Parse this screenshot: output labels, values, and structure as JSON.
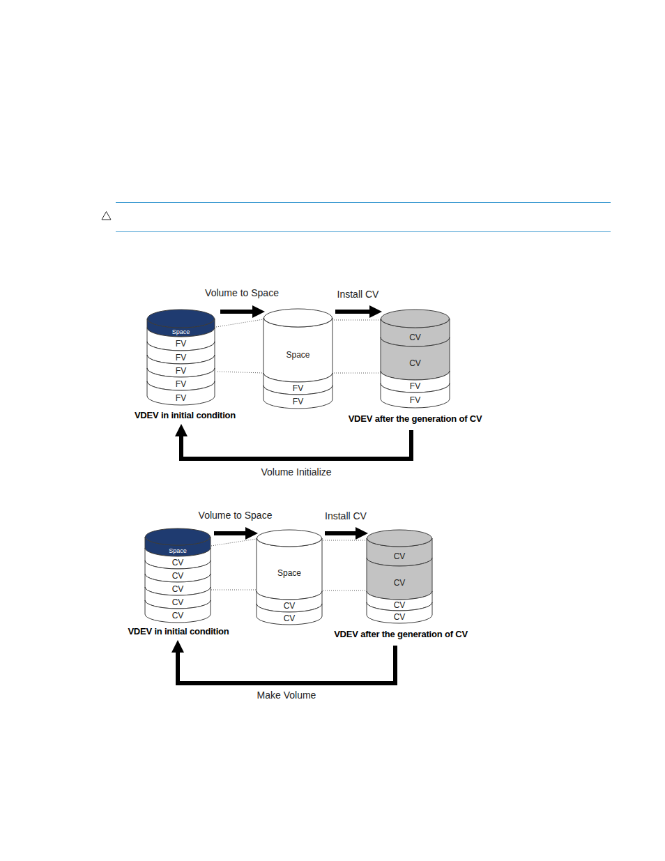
{
  "diagram": {
    "nodes": [
      {
        "text": [
          "VDEV in initial condition"
        ]
      },
      {
        "text": [
          "Space"
        ],
        "in": 0
      },
      {
        "text": [
          "FV"
        ],
        "in": 0
      },
      {
        "text": [
          "FV"
        ],
        "in": 0
      },
      {
        "text": [
          "FV"
        ],
        "in": 0
      },
      {
        "text": [
          "FV"
        ],
        "in": 0
      },
      {
        "text": [
          "FV"
        ],
        "in": 0
      },
      {},
      {
        "text": [
          "Space"
        ],
        "in": 7
      },
      {
        "text": [
          "FV"
        ],
        "in": 7
      },
      {
        "text": [
          "FV"
        ],
        "in": 7
      },
      {
        "text": [
          "VDEV after the generation of CV"
        ]
      },
      {
        "text": [
          "CV"
        ],
        "in": 11
      },
      {
        "text": [
          "CV"
        ],
        "in": 11
      },
      {
        "text": [
          "FV"
        ],
        "in": 11
      },
      {
        "text": [
          "FV"
        ],
        "in": 11
      },
      {
        "text": [
          "VDEV in initial condition"
        ]
      },
      {
        "text": [
          "Space"
        ],
        "in": 16
      },
      {
        "text": [
          "CV"
        ],
        "in": 16
      },
      {
        "text": [
          "CV"
        ],
        "in": 16
      },
      {
        "text": [
          "CV"
        ],
        "in": 16
      },
      {
        "text": [
          "CV"
        ],
        "in": 16
      },
      {
        "text": [
          "CV"
        ],
        "in": 16
      },
      {},
      {
        "text": [
          "Space"
        ],
        "in": 23
      },
      {
        "text": [
          "CV"
        ],
        "in": 23
      },
      {
        "text": [
          "CV"
        ],
        "in": 23
      },
      {
        "text": [
          "VDEV after the generation of CV"
        ]
      },
      {
        "text": [
          "CV"
        ],
        "in": 27
      },
      {
        "text": [
          "CV"
        ],
        "in": 27
      },
      {
        "text": [
          "CV"
        ],
        "in": 27
      },
      {
        "text": [
          "CV"
        ],
        "in": 27
      }
    ],
    "edges": [
      {
        "from": 0,
        "to": 7,
        "arrow": "to",
        "label": "Volume to Space"
      },
      {
        "from": 7,
        "to": 11,
        "arrow": "to",
        "label": "Install CV"
      },
      {
        "from": 11,
        "to": 0,
        "arrow": "to",
        "label": "Volume Initialize"
      },
      {
        "from": 16,
        "to": 23,
        "arrow": "to",
        "label": "Volume to Space"
      },
      {
        "from": 23,
        "to": 27,
        "arrow": "to",
        "label": "Install CV"
      },
      {
        "from": 27,
        "to": 16,
        "arrow": "to",
        "label": "Make Volume"
      }
    ]
  }
}
